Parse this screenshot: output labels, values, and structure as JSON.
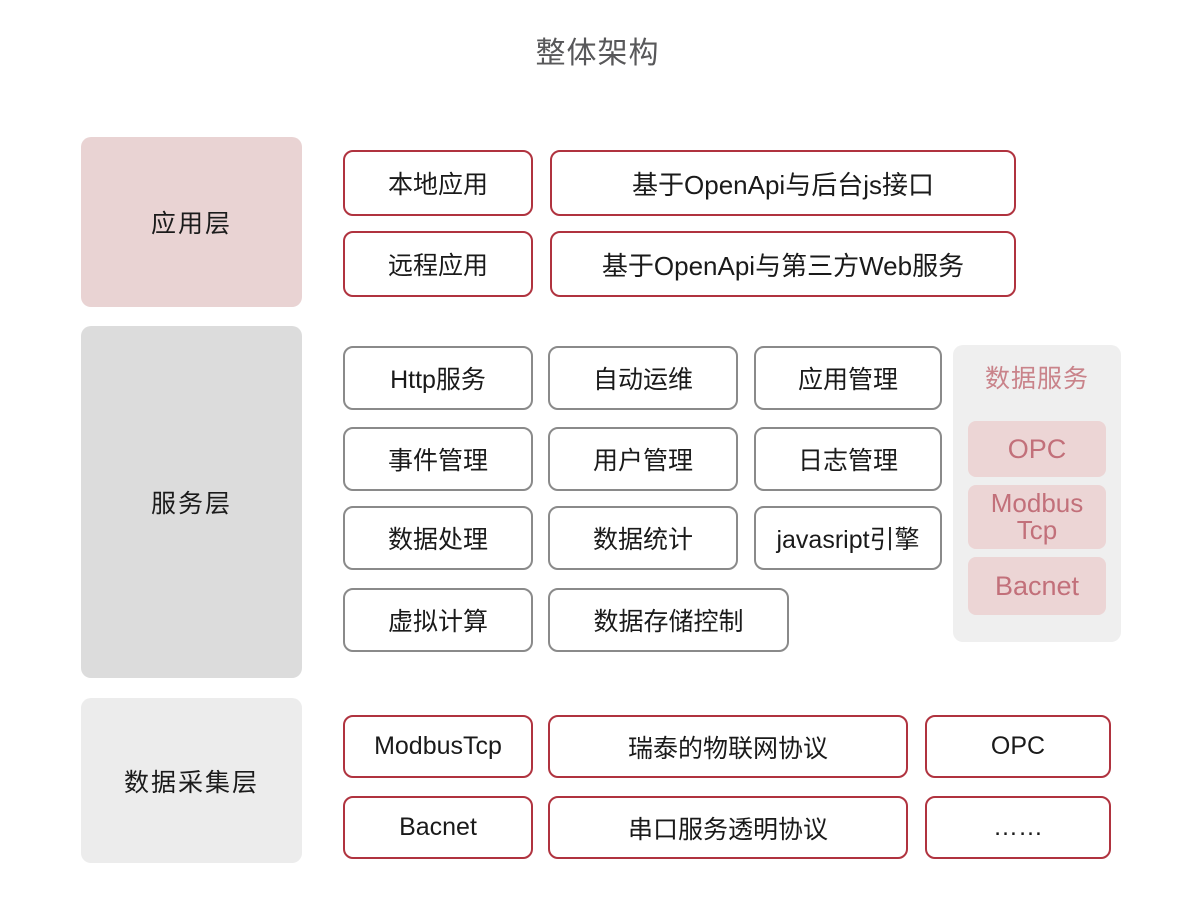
{
  "title": "整体架构",
  "colors": {
    "accent_red": "#b0333f",
    "layer_app_bg": "#e9d3d3",
    "layer_service_bg": "#dcdcdc",
    "layer_data_bg": "#ececec",
    "data_service_panel_bg": "#efefef",
    "data_service_item_bg": "#ecd5d5",
    "data_service_text": "#c2707a",
    "box_border_grey": "#8a8a8a",
    "title_text": "#58585a"
  },
  "layers": {
    "application": {
      "label": "应用层",
      "rows": [
        {
          "left": "本地应用",
          "right": "基于OpenApi与后台js接口"
        },
        {
          "left": "远程应用",
          "right": "基于OpenApi与第三方Web服务"
        }
      ]
    },
    "service": {
      "label": "服务层",
      "grid": [
        [
          "Http服务",
          "自动运维",
          "应用管理"
        ],
        [
          "事件管理",
          "用户管理",
          "日志管理"
        ],
        [
          "数据处理",
          "数据统计",
          "javasript引擎"
        ],
        [
          "虚拟计算",
          "数据存储控制"
        ]
      ],
      "data_service": {
        "title": "数据服务",
        "items": [
          "OPC",
          "Modbus Tcp",
          "Bacnet"
        ],
        "items_display": {
          "opc": "OPC",
          "modbus_line1": "Modbus",
          "modbus_line2": "Tcp",
          "bacnet": "Bacnet"
        }
      }
    },
    "collection": {
      "label": "数据采集层",
      "rows": [
        [
          "ModbusTcp",
          "瑞泰的物联网协议",
          "OPC"
        ],
        [
          "Bacnet",
          "串口服务透明协议",
          "……"
        ]
      ]
    }
  }
}
